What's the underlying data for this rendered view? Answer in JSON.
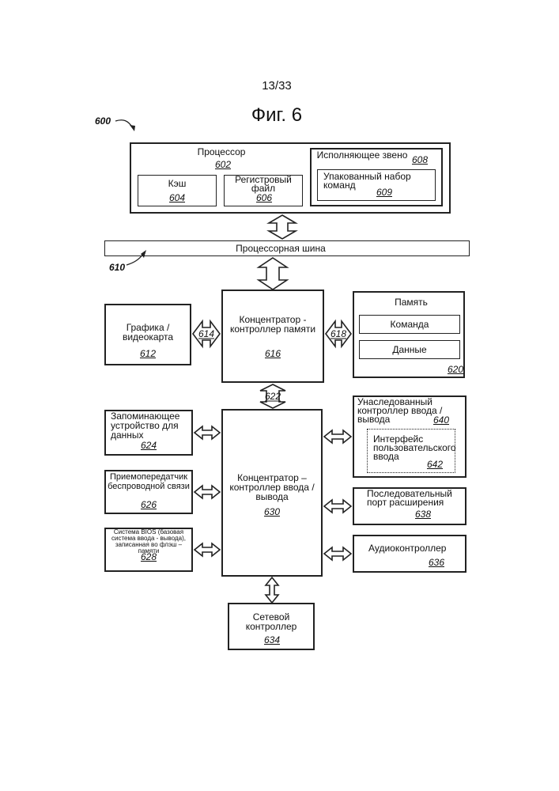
{
  "page_number": "13/33",
  "figure_title": "Фиг. 6",
  "ref_600": "600",
  "processor": {
    "label": "Процессор",
    "num": "602",
    "cache": {
      "label": "Кэш",
      "num": "604"
    },
    "regfile": {
      "label": "Регистровый файл",
      "num": "606"
    },
    "exec": {
      "label": "Исполняющее звено",
      "num": "608"
    },
    "packed": {
      "label": "Упакованный набор команд",
      "num": "609"
    }
  },
  "bus": {
    "label": "Процессорная шина",
    "num": "610"
  },
  "graphics": {
    "label": "Графика / видеокарта",
    "num": "612"
  },
  "link_614": "614",
  "mch": {
    "label": "Концентратор - контроллер памяти",
    "num": "616"
  },
  "link_618": "618",
  "memory": {
    "label": "Память",
    "instr": "Команда",
    "data": "Данные",
    "num": "620"
  },
  "link_622": "622",
  "storage": {
    "label": "Запоминающее устройство для данных",
    "num": "624"
  },
  "wireless": {
    "label": "Приемопередатчик беспроводной связи",
    "num": "626"
  },
  "bios": {
    "label": "Система BIOS (базовая система ввода - вывода), записанная во флэш – памяти",
    "num": "628"
  },
  "ich": {
    "label": "Концентратор – контроллер ввода / вывода",
    "num": "630"
  },
  "network": {
    "label": "Сетевой контроллер",
    "num": "634"
  },
  "audio": {
    "label": "Аудиоконтроллер",
    "num": "636"
  },
  "serial": {
    "label": "Последовательный порт расширения",
    "num": "638"
  },
  "legacy": {
    "label": "Унаследованный контроллер ввода / вывода",
    "num": "640"
  },
  "ui": {
    "label": "Интерфейс пользовательского ввода",
    "num": "642"
  }
}
